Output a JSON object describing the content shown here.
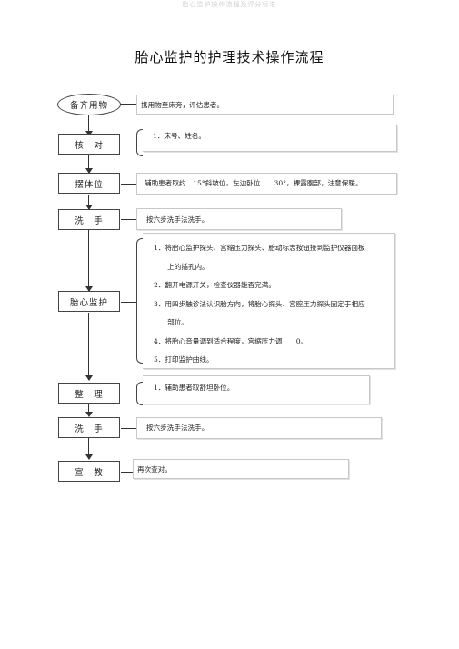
{
  "header": "胎心监护操作流程及评分标准",
  "title": "胎心监护的护理技术操作流程",
  "steps": [
    {
      "label": "备齐用物",
      "note_lines": [
        "携用物至床旁，评估患者。"
      ]
    },
    {
      "label": "核　对",
      "note_lines": [
        "1．床号、姓名。"
      ]
    },
    {
      "label": "摆体位",
      "note_lines": [
        "辅助患者取约　15°斜坡位，左边卧位　　30°，裸露腹部，注意保暖。"
      ]
    },
    {
      "label": "洗　手",
      "note_lines": [
        "按六步洗手法洗手。"
      ]
    },
    {
      "label": "胎心监护",
      "note_lines": [
        "1．将胎心监护探头、宫缩压力探头、胎动标志按钮接到监护仪器面板",
        "　　上的插孔内。",
        "2．翻开电源开关，检查仪器能否完满。",
        "3．用四步触诊法认识胎方向，将胎心探头、宫腔压力探头固定于相应",
        "　　部位。",
        "4．将胎心音量调到适合程度，宫缩压力调　　0。",
        "5．打印监护曲线。"
      ]
    },
    {
      "label": "整　理",
      "note_lines": [
        "1．辅助患者取舒坦卧位。"
      ]
    },
    {
      "label": "洗　手",
      "note_lines": [
        "按六步洗手法洗手。"
      ]
    },
    {
      "label": "宣　教",
      "note_lines": [
        "再次查对。"
      ]
    }
  ]
}
